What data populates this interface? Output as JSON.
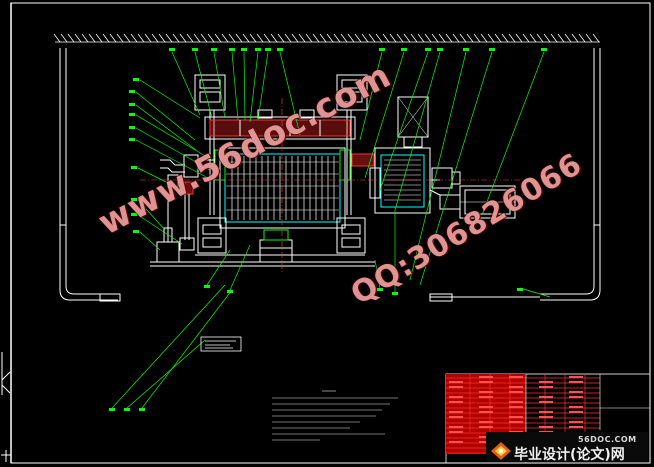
{
  "watermark": {
    "site": "www.56doc.com",
    "qq": "QQ:306826066"
  },
  "brand": {
    "site_text": "56DOC.COM",
    "title": "毕业设计(论文)网"
  },
  "colors": {
    "background": "#000000",
    "frame": "#ffffff",
    "leader": "#00ff00",
    "part": "#ffffff",
    "hidden": "#00ffff",
    "accent": "#ff3030",
    "title_block": "#ff0000"
  }
}
